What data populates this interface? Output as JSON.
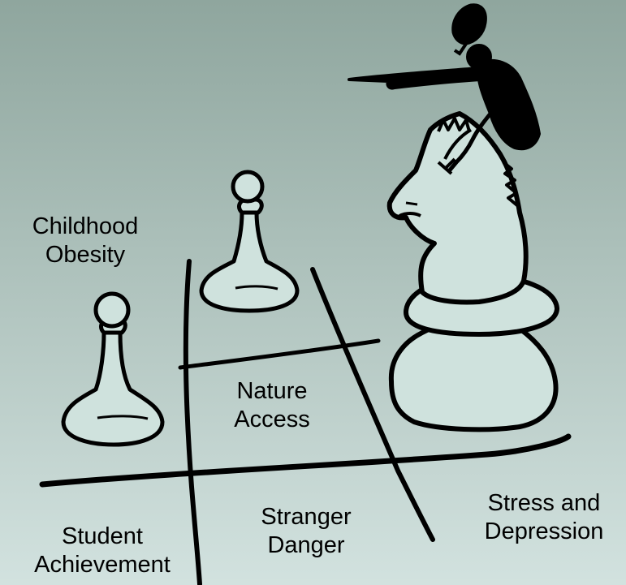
{
  "slide": {
    "background_top": "#8fa69e",
    "background_bottom": "#d2e2df",
    "figure_fill": "#cfe2dd",
    "ink": "#000000"
  },
  "labels": {
    "childhood_obesity": {
      "line1": "Childhood",
      "line2": "Obesity"
    },
    "nature_access": {
      "line1": "Nature",
      "line2": "Access"
    },
    "student_achievement": {
      "line1": "Student",
      "line2": "Achievement"
    },
    "stranger_danger": {
      "line1": "Stranger",
      "line2": "Danger"
    },
    "stress_depression": {
      "line1": "Stress and",
      "line2": "Depression"
    }
  },
  "icons": [
    "pawn-icon",
    "knight-icon",
    "rider-figure-icon",
    "umbrella-icon"
  ]
}
